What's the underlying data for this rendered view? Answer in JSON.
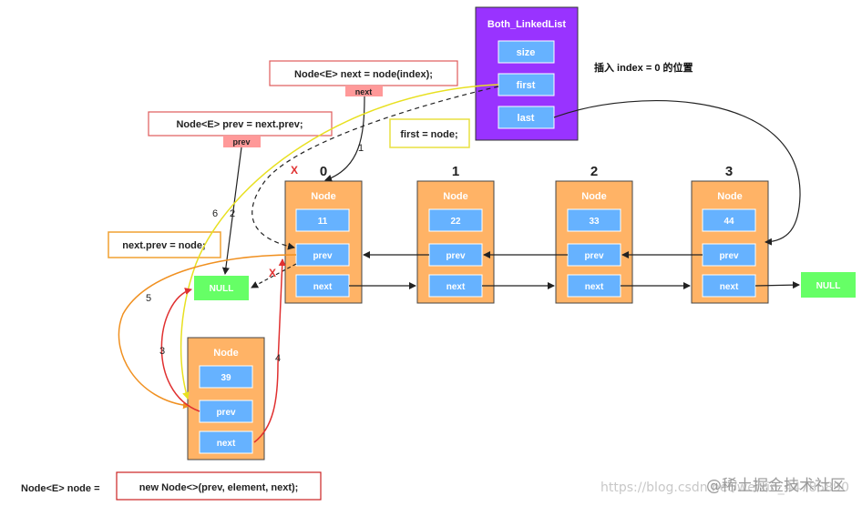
{
  "list": {
    "title": "Both_LinkedList",
    "fields": [
      "size",
      "first",
      "last"
    ]
  },
  "insert_note": "插入 index = 0 的位置",
  "labels": {
    "next_decl": "Node<E> next = node(index);",
    "next_tag": "next",
    "prev_decl": "Node<E> prev = next.prev;",
    "prev_tag": "prev",
    "first_assign": "first = node;",
    "next_prev_assign": "next.prev = node;",
    "node_decl_left": "Node<E> node =",
    "node_decl_right": "new Node<>(prev, element, next);"
  },
  "node_title": "Node",
  "node_fields": [
    "prev",
    "next"
  ],
  "nodes": [
    {
      "index": "0",
      "value": "11"
    },
    {
      "index": "1",
      "value": "22"
    },
    {
      "index": "2",
      "value": "33"
    },
    {
      "index": "3",
      "value": "44"
    }
  ],
  "new_node": {
    "value": "39"
  },
  "null_label": "NULL",
  "steps": [
    "1",
    "2",
    "3",
    "4",
    "5",
    "6"
  ],
  "cross_mark": "X",
  "watermark": {
    "site": "@稀土掘金技术社区",
    "url": "https://blog.csdn.net/weixin_44785890"
  },
  "colors": {
    "list_purple": "#9933ff",
    "field_blue": "#66b2ff",
    "node_orange": "#ffb366",
    "null_green": "#66ff66",
    "red": "#e03030",
    "yellow": "#f5f542",
    "orange_line": "#f09020",
    "pink_tag": "#ff9999"
  }
}
